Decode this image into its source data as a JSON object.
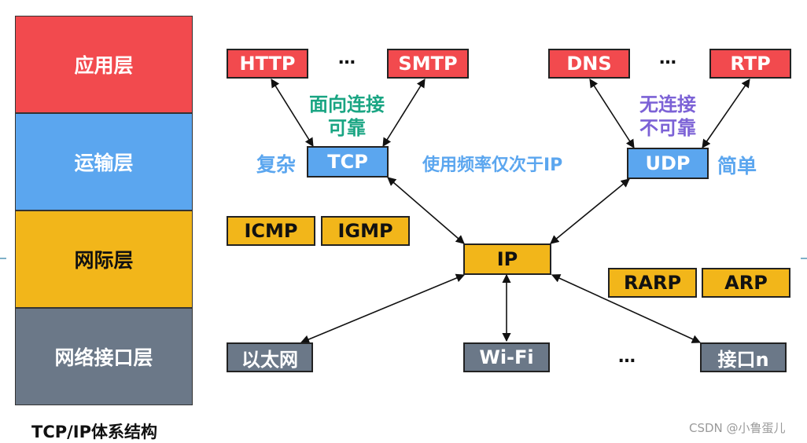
{
  "layers": [
    "应用层",
    "运输层",
    "网际层",
    "网络接口层"
  ],
  "caption": "TCP/IP体系结构",
  "app_protocols": [
    "HTTP",
    "SMTP",
    "DNS",
    "RTP"
  ],
  "transport": {
    "tcp": "TCP",
    "udp": "UDP"
  },
  "tcp_desc": [
    "面向连接",
    "可靠"
  ],
  "udp_desc": [
    "无连接",
    "不可靠"
  ],
  "tcp_note": "复杂",
  "udp_note": "简单",
  "middle_note": "使用频率仅次于IP",
  "network": {
    "ip": "IP",
    "icmp": "ICMP",
    "igmp": "IGMP",
    "rarp": "RARP",
    "arp": "ARP"
  },
  "link": [
    "以太网",
    "Wi-Fi",
    "接口n"
  ],
  "ellipsis": "…",
  "watermark": "CSDN @小鲁蛋儿",
  "colors": {
    "application": "#f24a4e",
    "transport": "#5ba6ef",
    "internet": "#f2b61a",
    "link": "#6b7888",
    "tcp_desc": "#1aa583",
    "udp_desc": "#7c62d6",
    "note": "#5ba6ef"
  }
}
